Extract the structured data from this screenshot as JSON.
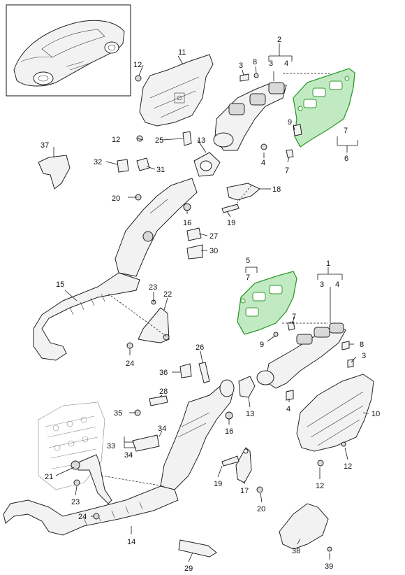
{
  "labels": {
    "l1": "1",
    "l2": "2",
    "l3a": "3",
    "l4a": "4",
    "l3b": "3",
    "l4b": "4",
    "l3c": "3",
    "l3d": "3",
    "l4c": "4",
    "l4d": "4",
    "l5": "5",
    "l6": "6",
    "l7a": "7",
    "l7b": "7",
    "l7c": "7",
    "l7d": "7",
    "l8a": "8",
    "l8b": "8",
    "l9a": "9",
    "l9b": "9",
    "l10": "10",
    "l11": "11",
    "l12a": "12",
    "l12b": "12",
    "l12c": "12",
    "l12d": "12",
    "l13a": "13",
    "l13b": "13",
    "l14": "14",
    "l15": "15",
    "l16a": "16",
    "l16b": "16",
    "l17": "17",
    "l18": "18",
    "l19a": "19",
    "l19b": "19",
    "l20a": "20",
    "l20b": "20",
    "l21": "21",
    "l22": "22",
    "l23a": "23",
    "l23b": "23",
    "l24a": "24",
    "l24b": "24",
    "l25": "25",
    "l26": "26",
    "l27": "27",
    "l28": "28",
    "l29": "29",
    "l30": "30",
    "l31": "31",
    "l32": "32",
    "l33": "33",
    "l34a": "34",
    "l34b": "34",
    "l35": "35",
    "l36": "36",
    "l37": "37",
    "l38": "38",
    "l39": "39"
  },
  "colors": {
    "gasket_highlight": "#8fd88f",
    "gasket_outline": "#2e9a2e",
    "line": "#111111"
  },
  "thumbnail": {
    "subject": "car-thumbnail"
  }
}
